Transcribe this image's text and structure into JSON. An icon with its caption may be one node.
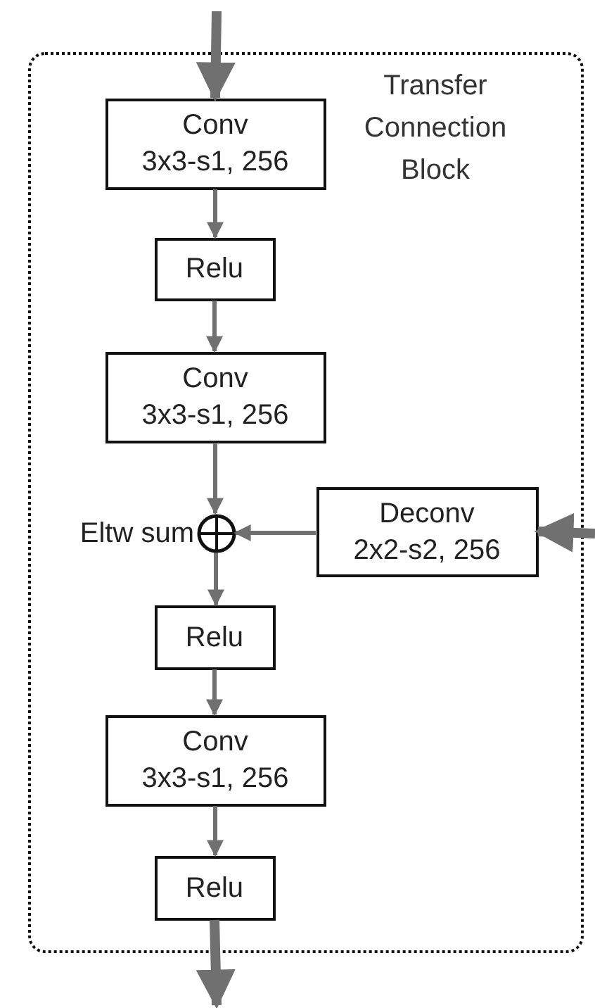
{
  "diagram": {
    "nodes": [
      {
        "text": [
          "Transfer Connection Block"
        ]
      },
      {
        "text": [
          "Conv",
          "3x3-s1, 256"
        ],
        "in": 0
      },
      {
        "text": [
          "Relu"
        ],
        "in": 0
      },
      {
        "text": [
          "Conv",
          "3x3-s1, 256"
        ],
        "in": 0
      },
      {
        "text": [],
        "shape": "circle",
        "beside": [
          "Eltw sum"
        ],
        "in": 0
      },
      {
        "text": [
          "Deconv",
          "2x2-s2, 256"
        ],
        "in": 0
      },
      {
        "text": [
          "Relu"
        ],
        "in": 0
      },
      {
        "text": [
          "Conv",
          "3x3-s1, 256"
        ],
        "in": 0
      },
      {
        "text": [
          "Relu"
        ],
        "in": 0
      }
    ],
    "edges": [
      {
        "from": null,
        "to": 1,
        "arrow": "to",
        "style": "thick"
      },
      {
        "from": 1,
        "to": 2,
        "arrow": "to"
      },
      {
        "from": 2,
        "to": 3,
        "arrow": "to"
      },
      {
        "from": 3,
        "to": 4,
        "arrow": "to"
      },
      {
        "from": 5,
        "to": 4,
        "arrow": "to"
      },
      {
        "from": null,
        "to": 5,
        "arrow": "to",
        "style": "thick"
      },
      {
        "from": 4,
        "to": 6,
        "arrow": "to"
      },
      {
        "from": 6,
        "to": 7,
        "arrow": "to"
      },
      {
        "from": 7,
        "to": 8,
        "arrow": "to"
      },
      {
        "from": 8,
        "to": null,
        "arrow": "to",
        "style": "thick"
      }
    ]
  }
}
